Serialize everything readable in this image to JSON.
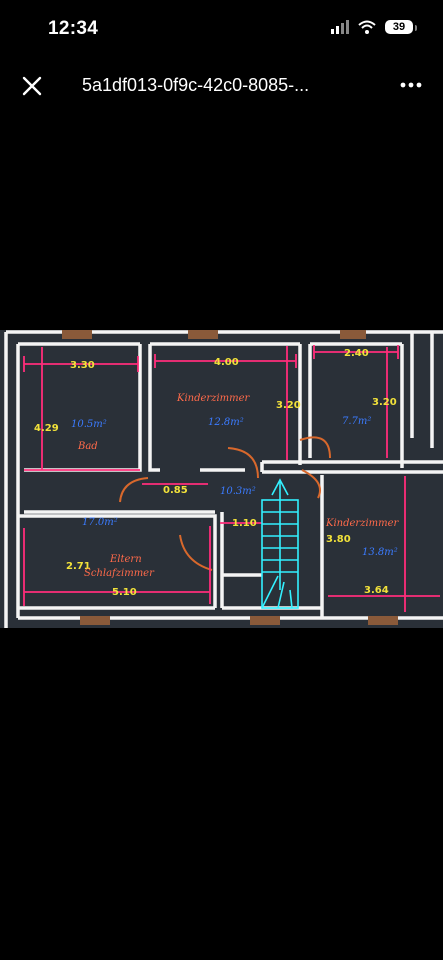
{
  "status_bar": {
    "time": "12:34",
    "battery": "39",
    "icons": [
      "signal-icon",
      "wifi-icon",
      "battery-icon"
    ]
  },
  "viewer": {
    "title": "5a1df013-0f9c-42c0-8085-...",
    "close_icon": "close-icon",
    "more_icon": "more-icon"
  },
  "floor_plan": {
    "dimensions": {
      "bad_width": "3.30",
      "kinder1_width": "4.00",
      "small_room_width": "2.40",
      "bad_height": "4.29",
      "kinder1_height": "3.20",
      "small_room_height": "3.20",
      "door_width": "0.85",
      "hall_width": "1.10",
      "eltern_height": "2.71",
      "eltern_width": "5.10",
      "kinder2_height": "3.80",
      "kinder2_width": "3.64"
    },
    "areas": {
      "bad": "10.5m²",
      "kinder1": "12.8m²",
      "small_room": "7.7m²",
      "hall": "10.3m²",
      "eltern": "17.0m²",
      "kinder2": "13.8m²"
    },
    "rooms": {
      "bad": "Bad",
      "kinder1": "Kinderzimmer",
      "kinder2": "Kinderzimmer",
      "eltern_1": "Eltern",
      "eltern_2": "Schlafzimmer"
    },
    "colors": {
      "background": "#2a3038",
      "wall": "#f4f4f4",
      "dimension": "#ff2d7a",
      "dim_text": "#f2e23a",
      "area_text": "#3b7bff",
      "room_text": "#ff6a4a",
      "stair": "#33f0ff",
      "door": "#d8682c"
    }
  }
}
